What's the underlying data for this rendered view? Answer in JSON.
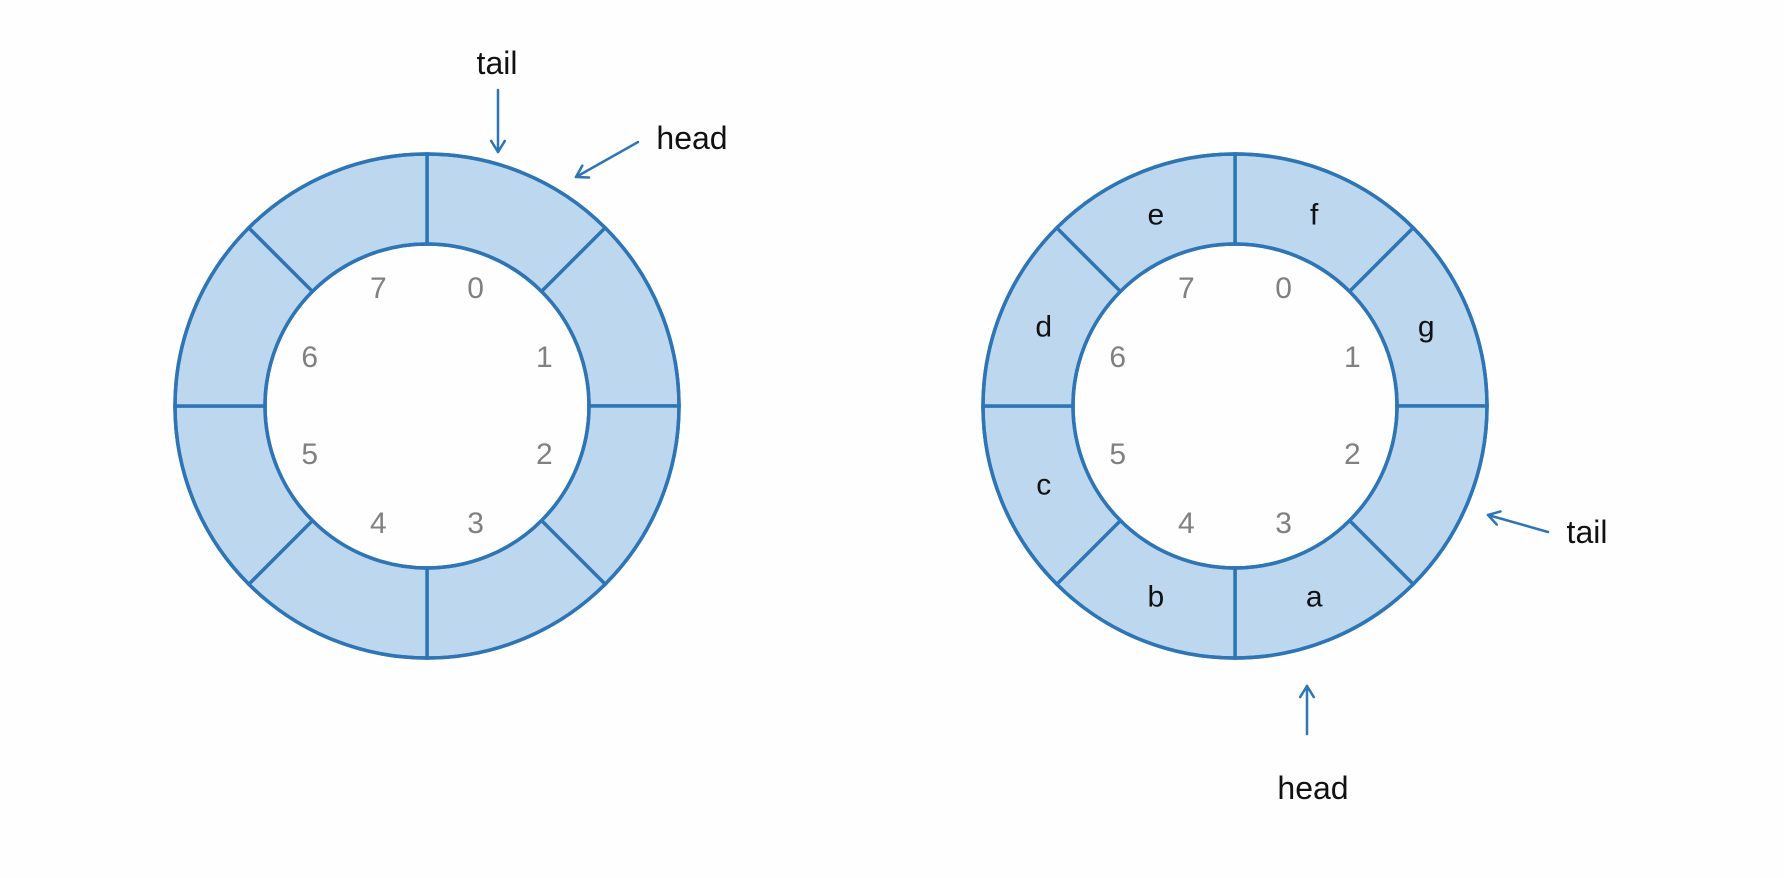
{
  "colors": {
    "stroke": "#2e75b6",
    "fill": "#bdd7ee",
    "index_text": "#808080",
    "label_text": "#111111"
  },
  "diagrams": [
    {
      "name": "empty-buffer",
      "slot_indices": [
        "0",
        "1",
        "2",
        "3",
        "4",
        "5",
        "6",
        "7"
      ],
      "slot_values": [
        "",
        "",
        "",
        "",
        "",
        "",
        "",
        ""
      ],
      "pointers": [
        {
          "name": "tail",
          "label": "tail"
        },
        {
          "name": "head",
          "label": "head"
        }
      ]
    },
    {
      "name": "full-buffer",
      "slot_indices": [
        "0",
        "1",
        "2",
        "3",
        "4",
        "5",
        "6",
        "7"
      ],
      "slot_values": [
        "f",
        "g",
        "",
        "a",
        "b",
        "c",
        "d",
        "e"
      ],
      "pointers": [
        {
          "name": "tail",
          "label": "tail"
        },
        {
          "name": "head",
          "label": "head"
        }
      ]
    }
  ]
}
